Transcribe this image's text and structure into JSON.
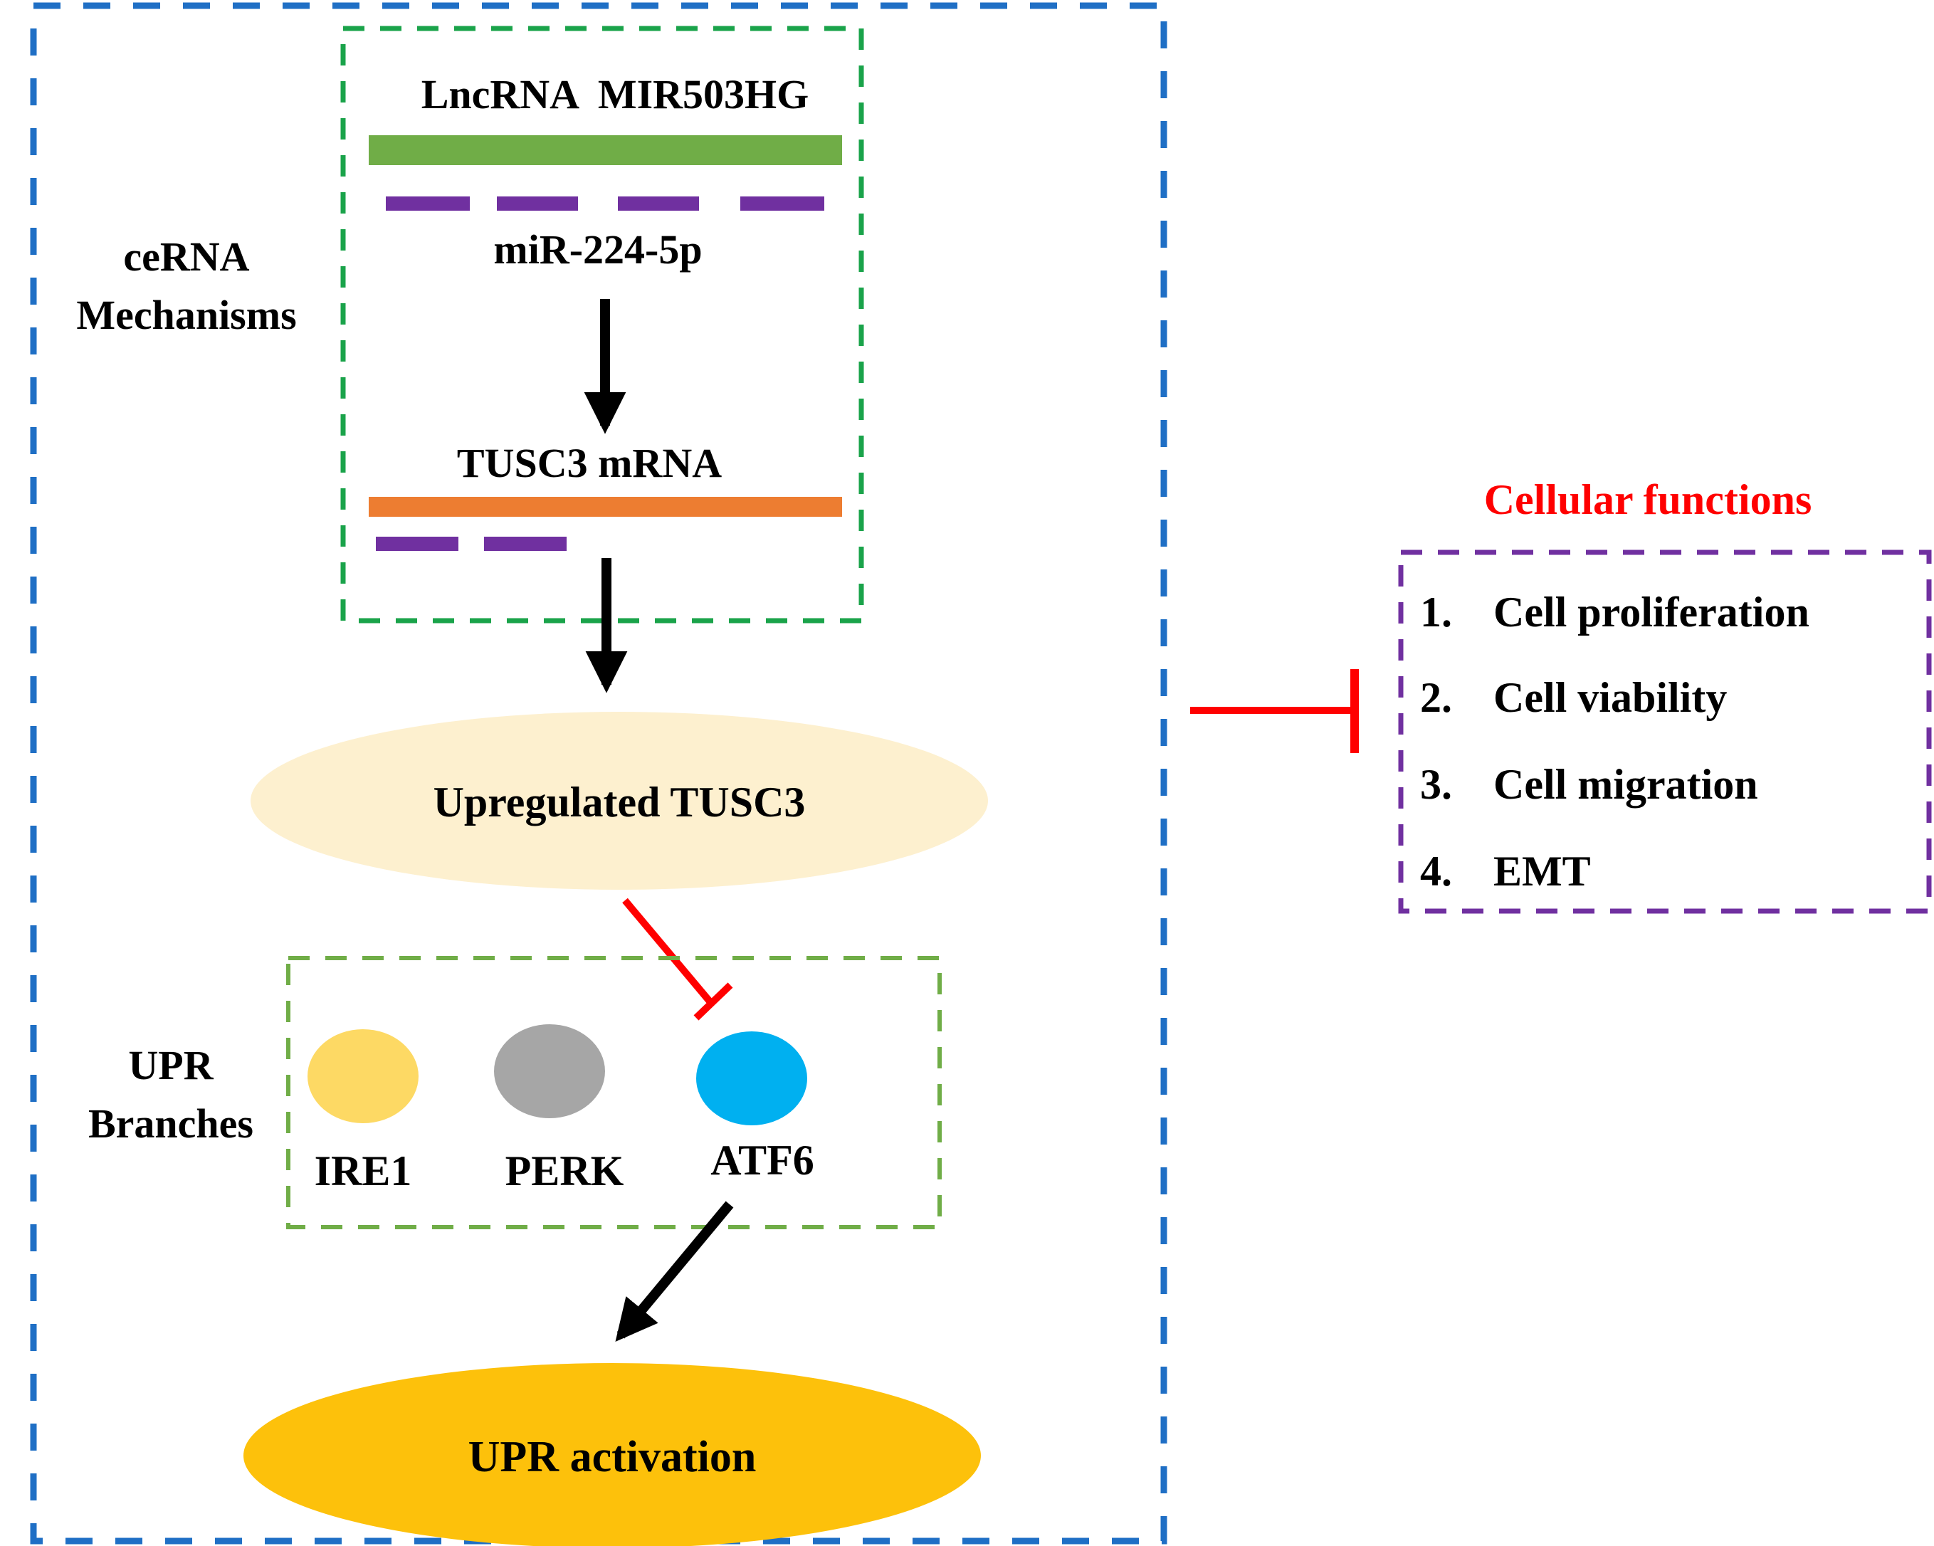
{
  "labels": {
    "lncrna": "LncRNA  MIR503HG",
    "mirna": "miR-224-5p",
    "cerna_line1": "ceRNA",
    "cerna_line2": "Mechanisms",
    "tusc3_mrna": "TUSC3 mRNA",
    "upregulated": "Upregulated TUSC3",
    "upr_branches_line1": "UPR",
    "upr_branches_line2": "Branches",
    "ire1": "IRE1",
    "perk": "PERK",
    "atf6": "ATF6",
    "upr_activation": "UPR activation"
  },
  "cellular_functions": {
    "title": "Cellular functions",
    "items": [
      {
        "num": "1.",
        "text": "Cell proliferation"
      },
      {
        "num": "2.",
        "text": "Cell viability"
      },
      {
        "num": "3.",
        "text": "Cell migration"
      },
      {
        "num": "4.",
        "text": "EMT"
      }
    ]
  },
  "colors": {
    "outer_border": "#1f6fc5",
    "cerna_border": "#1aa34a",
    "upr_border": "#70ad47",
    "functions_border": "#7030a0",
    "lncrna_bar": "#70ad47",
    "mirna_dash": "#7030a0",
    "mrna_bar": "#ed7d31",
    "upregulated_ellipse": "#fdf0cf",
    "upr_activation_ellipse": "#fdc10b",
    "ire1": "#fdd964",
    "perk": "#a6a6a6",
    "atf6": "#00b0f0",
    "inhibit": "#ff0000",
    "functions_title": "#ff0000",
    "arrow": "#000000"
  }
}
